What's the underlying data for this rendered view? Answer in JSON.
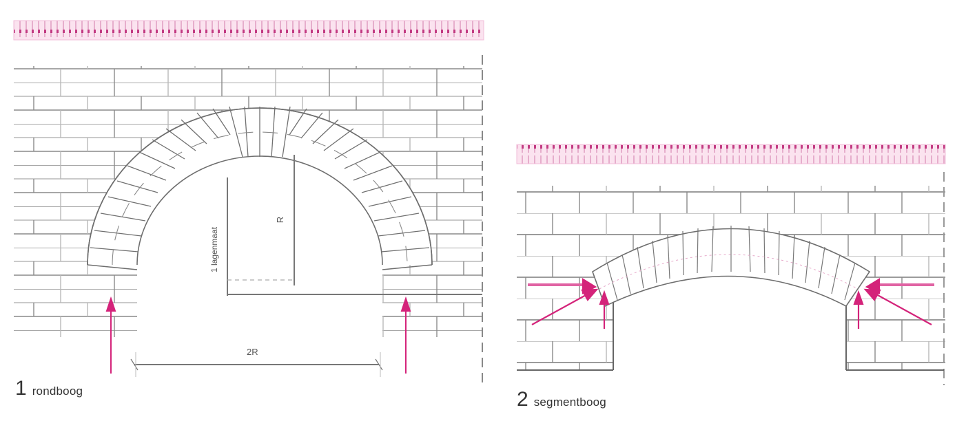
{
  "figures": [
    {
      "id": 1,
      "number": "1",
      "caption": "rondboog",
      "labels": {
        "span": "2R",
        "radius": "R",
        "course": "1 lagenmaat"
      }
    },
    {
      "id": 2,
      "number": "2",
      "caption": "segmentboog"
    }
  ],
  "colors": {
    "load": "#d4237a",
    "load_fill": "#f7d3e6",
    "brick_line": "#7a7a7a",
    "brick_line_light": "#b9b9b9",
    "text": "#333333"
  }
}
